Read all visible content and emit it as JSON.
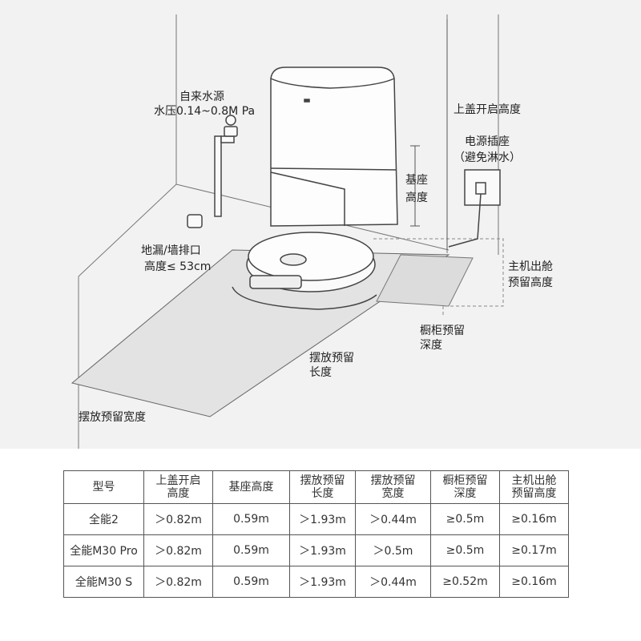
{
  "labels": {
    "water_source": "自来水源",
    "water_pressure": "水压0.14~0.8M Pa",
    "lid_open_height": "上盖开启高度",
    "power_socket": "电源插座",
    "power_socket_note": "（避免淋水）",
    "base_height_1": "基座",
    "base_height_2": "高度",
    "drain_1": "地漏/墙排口",
    "drain_2": "高度≤ 53cm",
    "robot_exit_1": "主机出舱",
    "robot_exit_2": "预留高度",
    "cabinet_depth_1": "橱柜预留",
    "cabinet_depth_2": "深度",
    "place_length_1": "摆放预留",
    "place_length_2": "长度",
    "place_width": "摆放预留宽度"
  },
  "table": {
    "headers": [
      {
        "l1": "型号",
        "l2": ""
      },
      {
        "l1": "上盖开启",
        "l2": "高度"
      },
      {
        "l1": "基座高度",
        "l2": ""
      },
      {
        "l1": "摆放预留",
        "l2": "长度"
      },
      {
        "l1": "摆放预留",
        "l2": "宽度"
      },
      {
        "l1": "橱柜预留",
        "l2": "深度"
      },
      {
        "l1": "主机出舱",
        "l2": "预留高度"
      }
    ],
    "rows": [
      [
        "全能2",
        "＞0.82m",
        "0.59m",
        "＞1.93m",
        "＞0.44m",
        "≥0.5m",
        "≥0.16m"
      ],
      [
        "全能M30 Pro",
        "＞0.82m",
        "0.59m",
        "＞1.93m",
        "＞0.5m",
        "≥0.5m",
        "≥0.17m"
      ],
      [
        "全能M30 S",
        "＞0.82m",
        "0.59m",
        "＞1.93m",
        "＞0.44m",
        "≥0.52m",
        "≥0.16m"
      ]
    ]
  }
}
